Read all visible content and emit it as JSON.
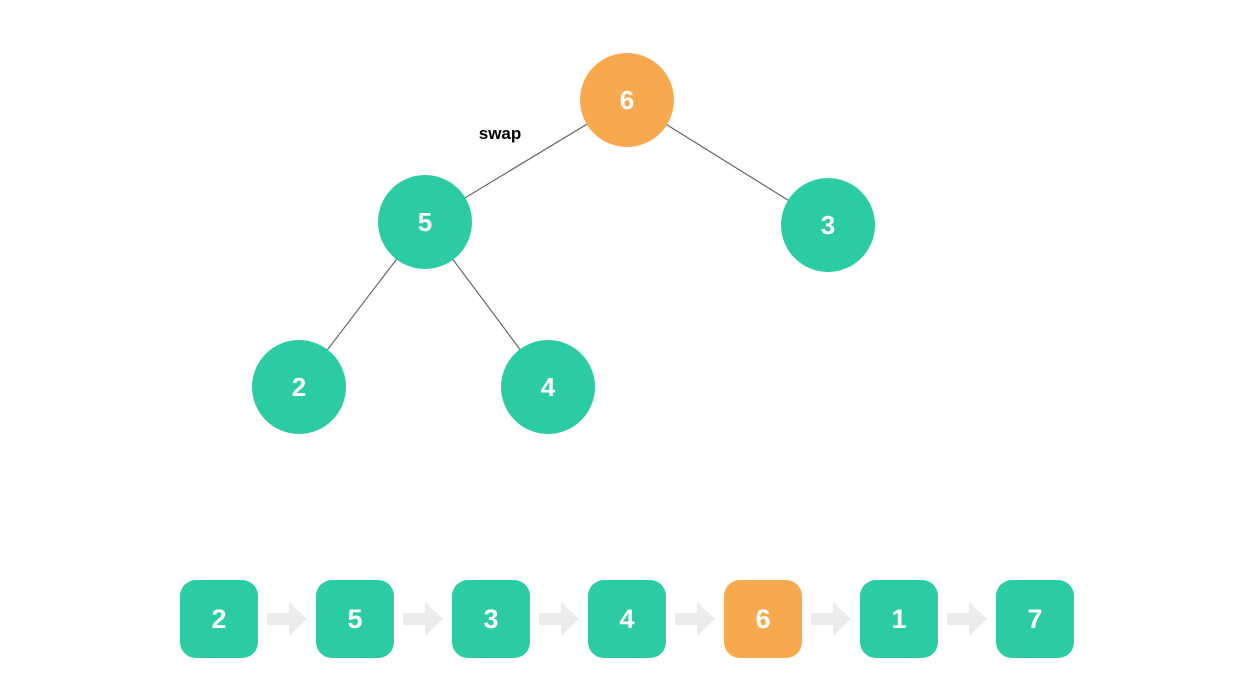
{
  "diagram": {
    "title_hint": "binary tree swap visualization",
    "swap_label": "swap",
    "colors": {
      "node_green": "#2bcca3",
      "node_orange": "#f8a94d",
      "edge_gray": "#666666",
      "arrow_gray": "#ececec",
      "text_white": "#ffffff",
      "label_black": "#000000"
    },
    "tree": {
      "nodes": [
        {
          "id": "root",
          "value": "6",
          "state": "highlight"
        },
        {
          "id": "left",
          "value": "5",
          "state": "normal"
        },
        {
          "id": "right",
          "value": "3",
          "state": "normal"
        },
        {
          "id": "left-left",
          "value": "2",
          "state": "normal"
        },
        {
          "id": "left-right",
          "value": "4",
          "state": "normal"
        }
      ],
      "edges": [
        {
          "from": "6",
          "to": "5"
        },
        {
          "from": "6",
          "to": "3"
        },
        {
          "from": "5",
          "to": "2"
        },
        {
          "from": "5",
          "to": "4"
        }
      ]
    },
    "sequence": {
      "items": [
        {
          "value": "2",
          "state": "normal"
        },
        {
          "value": "5",
          "state": "normal"
        },
        {
          "value": "3",
          "state": "normal"
        },
        {
          "value": "4",
          "state": "normal"
        },
        {
          "value": "6",
          "state": "highlight"
        },
        {
          "value": "1",
          "state": "normal"
        },
        {
          "value": "7",
          "state": "normal"
        }
      ]
    }
  }
}
